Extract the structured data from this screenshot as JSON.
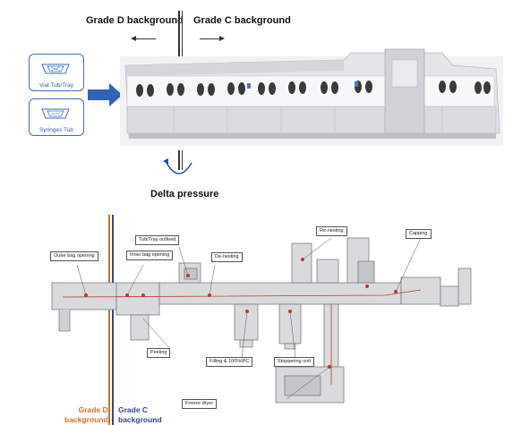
{
  "top": {
    "grade_d_label": "Grade D background",
    "grade_c_label": "Grade C background",
    "delta_label": "Delta pressure",
    "vial_tub_label": "Vial Tub/Tray",
    "syringes_tub_label": "Syringes Tub"
  },
  "layout_labels": {
    "tub_tray_outfeed": "Tub/Tray outfeed",
    "outer_bag_opening": "Outer bag opening",
    "inner_bag_opening": "Inner bag opening",
    "de_nesting": "De-nesting",
    "re_nesting": "Re-nesting",
    "capping": "Capping",
    "peeling": "Peeling",
    "filling_ipc": "Filling & 100%IPC",
    "stoppering_unit": "Stoppering unit",
    "freeze_dryer": "Freeze dryer"
  },
  "bottom": {
    "grade_d_line1": "Grade D",
    "grade_d_line2": "background",
    "grade_c_line1": "Grade C",
    "grade_c_line2": "background"
  },
  "colors": {
    "grade_d": "#d96e2a",
    "grade_c": "#2c4a8a",
    "tub_border": "#3a6fc1",
    "flow_arrow": "#2e63b8",
    "marker": "#c0392b"
  }
}
